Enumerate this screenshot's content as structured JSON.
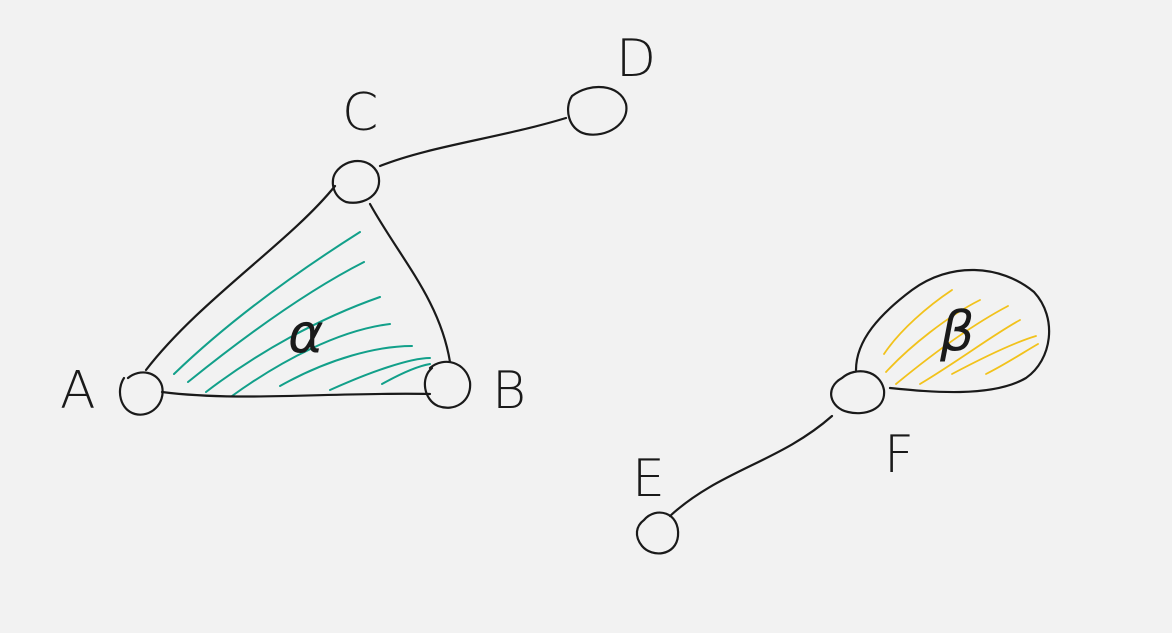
{
  "background_color": "#f2f2f2",
  "colors": {
    "ink": "#1a1a1a",
    "alpha_hatch": "#12a08a",
    "beta_hatch": "#f2c21b"
  },
  "nodes": {
    "A": {
      "label": "A"
    },
    "B": {
      "label": "B"
    },
    "C": {
      "label": "C"
    },
    "D": {
      "label": "D"
    },
    "E": {
      "label": "E"
    },
    "F": {
      "label": "F"
    }
  },
  "edges": [
    {
      "from": "C",
      "to": "D"
    },
    {
      "from": "C",
      "to": "A"
    },
    {
      "from": "C",
      "to": "B"
    },
    {
      "from": "A",
      "to": "B"
    },
    {
      "from": "E",
      "to": "F"
    }
  ],
  "faces": {
    "alpha": {
      "label": "α",
      "nodes": [
        "A",
        "B",
        "C"
      ],
      "fill": "green-hatch"
    },
    "beta": {
      "label": "β",
      "nodes": [
        "F"
      ],
      "fill": "yellow-hatch"
    }
  }
}
